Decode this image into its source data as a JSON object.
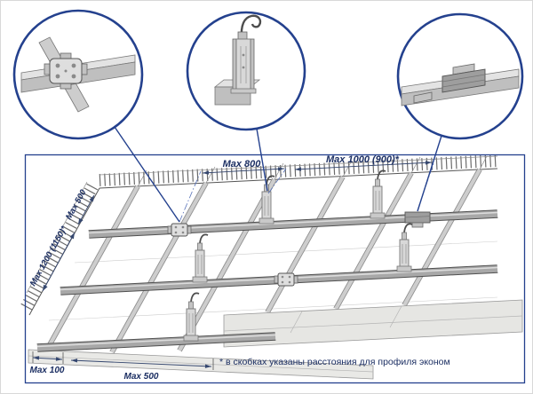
{
  "figure": {
    "kind": "suspended-ceiling-frame-assembly-diagram"
  },
  "callouts": {
    "left": "profile-cross-connector-detail",
    "center": "direct-hanger-with-anchor-detail",
    "right": "profile-splice-connector-detail"
  },
  "dimensions": {
    "top": [
      "Max 800",
      "Max 1000 (900)*"
    ],
    "left": [
      "Max 500",
      "Max 1200 (1150)*"
    ],
    "bottom": [
      "Max 100",
      "Max 500"
    ]
  },
  "footnote": {
    "text": "* в скобках указаны расстояния для профиля эконом"
  },
  "colors": {
    "accent": "#24418e",
    "dim_text": "#1c2f63",
    "metal_light": "#dedede",
    "metal_mid": "#c0c0c0",
    "metal_dark": "#8f8f8f"
  }
}
